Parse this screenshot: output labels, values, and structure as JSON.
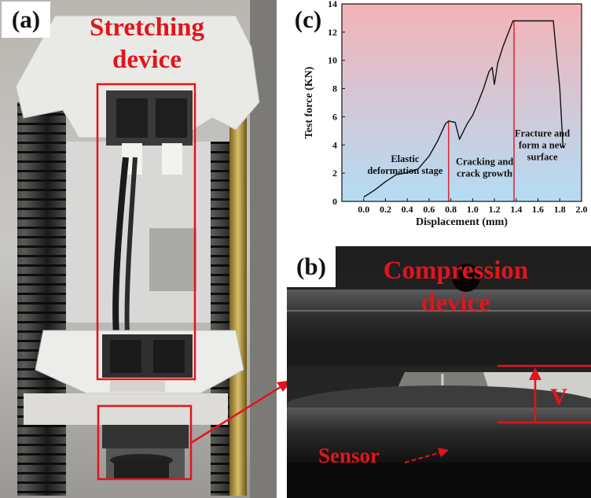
{
  "panel_a": {
    "tag": "(a)",
    "title_line1": "Stretching",
    "title_line2": "device"
  },
  "panel_b": {
    "tag": "(b)",
    "title_line1": "Compression",
    "title_line2": "device",
    "gap_label": "V",
    "sensor_label": "Sensor"
  },
  "panel_c": {
    "tag": "(c)"
  },
  "colors": {
    "annotation_red": "#e3141b",
    "curve": "#111111",
    "bg_top": "#f4b3b8",
    "bg_bottom": "#b3dcf4"
  },
  "chart_data": {
    "type": "line",
    "title": "",
    "xlabel": "Displacement (mm)",
    "ylabel": "Test force (KN)",
    "xlim": [
      -0.2,
      2.0
    ],
    "ylim": [
      0,
      14
    ],
    "xticks": [
      "0.0",
      "0.2",
      "0.4",
      "0.6",
      "0.8",
      "1.0",
      "1.2",
      "1.4",
      "1.6",
      "1.8",
      "2.0"
    ],
    "yticks": [
      "0",
      "2",
      "4",
      "6",
      "8",
      "10",
      "12",
      "14"
    ],
    "grid": false,
    "series": [
      {
        "x": [
          0.0,
          0.1,
          0.2,
          0.3,
          0.38,
          0.5,
          0.6,
          0.68,
          0.75,
          0.78,
          0.84,
          0.86,
          0.88,
          0.95,
          1.0,
          1.05,
          1.1,
          1.15,
          1.18,
          1.2,
          1.23,
          1.28,
          1.33,
          1.37,
          1.42,
          1.55,
          1.65,
          1.74,
          1.8,
          1.83
        ],
        "y": [
          0.3,
          0.8,
          1.4,
          1.9,
          2.0,
          2.3,
          3.2,
          4.3,
          5.5,
          5.7,
          5.6,
          5.0,
          4.4,
          5.5,
          6.1,
          7.0,
          8.0,
          9.2,
          9.5,
          8.3,
          9.8,
          11.0,
          12.0,
          12.8,
          12.8,
          12.8,
          12.8,
          12.8,
          8.0,
          3.8
        ]
      }
    ],
    "stage_dividers_x": [
      0.78,
      1.38
    ],
    "annotations": [
      {
        "line1": "Elastic",
        "line2": "deformation stage"
      },
      {
        "line1": "Cracking and",
        "line2": "crack growth"
      },
      {
        "line1": "Fracture and",
        "line2": "form a new",
        "line3": "surface"
      }
    ]
  }
}
